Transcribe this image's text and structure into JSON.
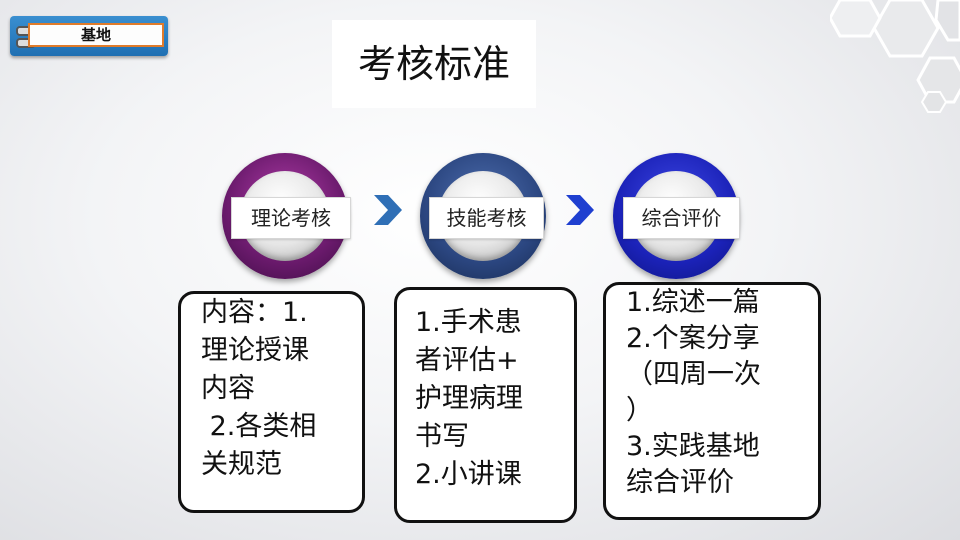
{
  "tag": {
    "label": "基地"
  },
  "title": "考核标准",
  "steps": [
    {
      "label": "理论考核",
      "ring_color": "#6a1a6c"
    },
    {
      "label": "技能考核",
      "ring_color": "#2b4680"
    },
    {
      "label": "综合评价",
      "ring_color": "#1b22b8"
    }
  ],
  "arrow_color": "#2f6fb6",
  "boxes": [
    {
      "text": "内容：1.\n理论授课\n内容\n 2.各类相\n关规范"
    },
    {
      "text": "1.手术患\n者评估+\n护理病理\n书写\n2.小讲课"
    },
    {
      "text": "1.综述一篇\n2.个案分享\n（四周一次\n）\n3.实践基地\n综合评价"
    }
  ]
}
